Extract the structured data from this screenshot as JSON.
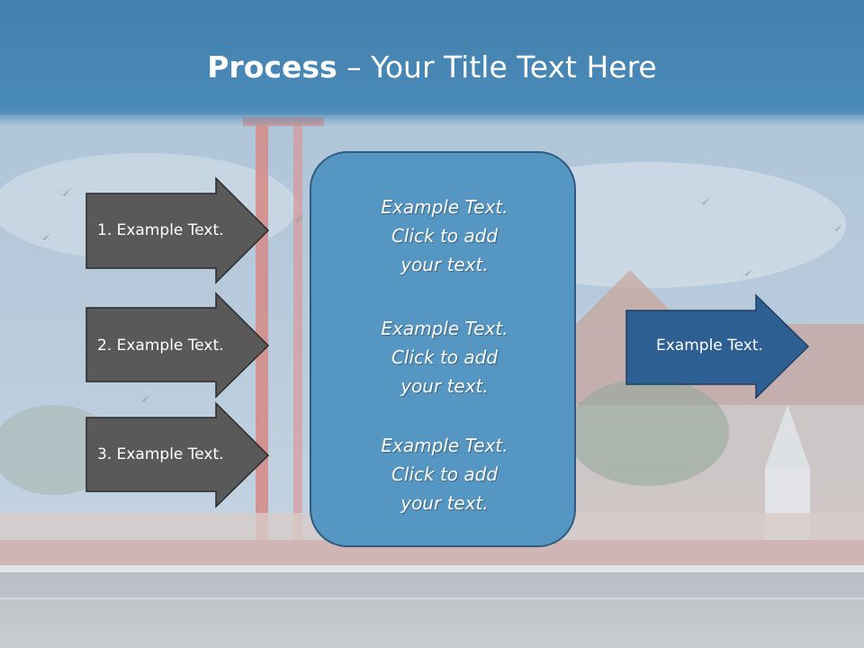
{
  "slide": {
    "title_bold": "Process",
    "title_rest": " – Your Title Text Here"
  },
  "left_steps": [
    {
      "label": "1. Example Text."
    },
    {
      "label": "2. Example Text."
    },
    {
      "label": "3. Example Text."
    }
  ],
  "center_box": {
    "paragraphs": [
      {
        "line1": "Example Text.",
        "line2": "Click  to add",
        "line3": "your text."
      },
      {
        "line1": "Example Text.",
        "line2": "Click  to add",
        "line3": "your text."
      },
      {
        "line1": "Example Text.",
        "line2": "Click  to add",
        "line3": "your text."
      }
    ]
  },
  "right_output": {
    "label": "Example Text."
  },
  "colors": {
    "header_band": "#4a8ab8",
    "step_arrow_fill": "#595959",
    "center_box_fill": "#5596c2",
    "output_arrow_fill": "#2e5f93"
  }
}
